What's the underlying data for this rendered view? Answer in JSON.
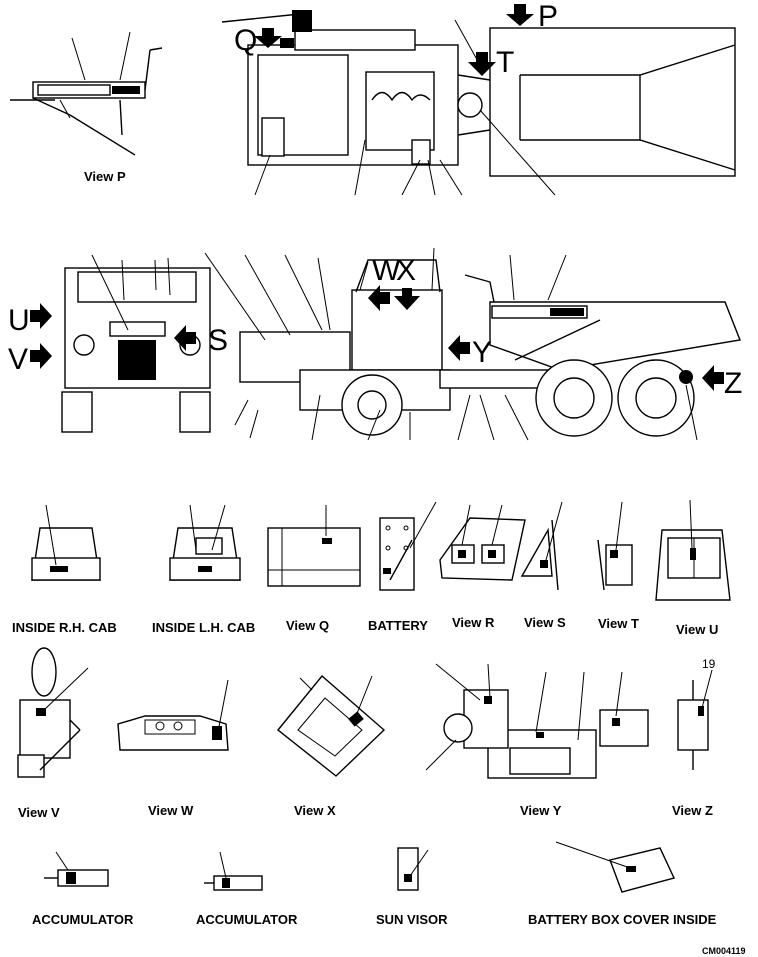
{
  "views": {
    "view_p": "View P",
    "view_q": "View Q",
    "view_r": "View R",
    "view_s": "View S",
    "view_t": "View T",
    "view_u": "View U",
    "view_v": "View V",
    "view_w": "View W",
    "view_x": "View X",
    "view_y": "View Y",
    "view_z": "View Z"
  },
  "labels": {
    "inside_rh_cab": "INSIDE R.H. CAB",
    "inside_lh_cab": "INSIDE L.H. CAB",
    "battery": "BATTERY",
    "accumulator_1": "ACCUMULATOR",
    "accumulator_2": "ACCUMULATOR",
    "sun_visor": "SUN VISOR",
    "battery_box_cover_inside": "BATTERY BOX COVER INSIDE"
  },
  "arrow_letters": {
    "p": "P",
    "q": "Q",
    "t": "T",
    "s": "S",
    "u": "U",
    "v": "V",
    "w": "W",
    "x": "X",
    "y": "Y",
    "z": "Z"
  },
  "item_numbers": {
    "z_item": "19"
  },
  "figure_code": "CM004119"
}
